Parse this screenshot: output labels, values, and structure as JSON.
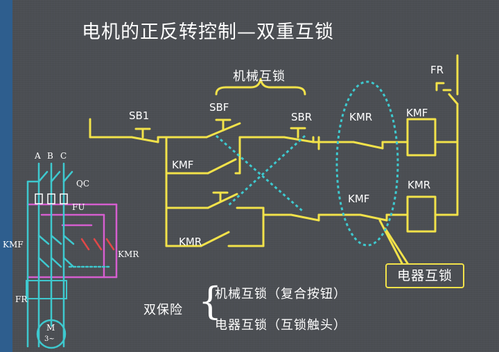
{
  "title": "电机的正反转控制—双重互锁",
  "labels": {
    "mechanical_interlock": "机械互锁",
    "sb1": "SB1",
    "sbf": "SBF",
    "sbr": "SBR",
    "fr_top": "FR",
    "kmr_contact": "KMR",
    "kmf_contact": "KMF",
    "kmf_coil": "KMF",
    "kmr_coil": "KMR",
    "kmf_holding": "KMF",
    "kmr_holding": "KMR",
    "electrical_interlock": "电器互锁"
  },
  "main_circuit": {
    "phase_a": "A",
    "phase_b": "B",
    "phase_c": "C",
    "qc": "QC",
    "fu": "FU",
    "kmf": "KMF",
    "kmr": "KMR",
    "fr": "FR",
    "motor": "M",
    "motor_sub": "3~"
  },
  "legend": {
    "heading": "双保险",
    "item1": "机械互锁（复合按钮）",
    "item2": "电器互锁（互锁触头）"
  },
  "colors": {
    "control_wire": "#f2e24a",
    "interlock_dash": "#3ec9cf",
    "main_wire": "#3ec9cf",
    "aux_wire": "#d65fd0",
    "contact_red": "#e04848"
  }
}
